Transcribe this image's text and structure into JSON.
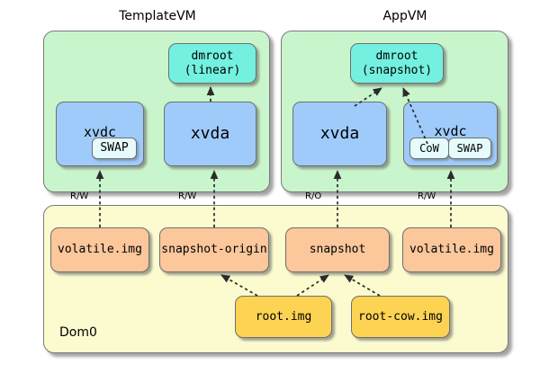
{
  "diagram": {
    "title_template": "TemplateVM",
    "title_app": "AppVM",
    "dom0_label": "Dom0"
  },
  "templatevm": {
    "dmroot_line1": "dmroot",
    "dmroot_line2": "(linear)",
    "xvdc_label": "xvdc",
    "xvdc_swap": "SWAP",
    "xvda_label": "xvda"
  },
  "appvm": {
    "dmroot_line1": "dmroot",
    "dmroot_line2": "(snapshot)",
    "xvda_label": "xvda",
    "xvdc_label": "xvdc",
    "xvdc_cow": "CoW",
    "xvdc_swap": "SWAP"
  },
  "dom0": {
    "volatile_template": "volatile.img",
    "snapshot_origin": "snapshot-origin",
    "snapshot": "snapshot",
    "volatile_app": "volatile.img",
    "root_img": "root.img",
    "root_cow_img": "root-cow.img"
  },
  "access_labels": {
    "template_xvdc": "R/W",
    "template_xvda": "R/W",
    "app_xvda": "R/O",
    "app_xvdc": "R/W"
  },
  "colors": {
    "vm_container": "#c9f5cc",
    "dom0_container": "#fbfbcf",
    "block_device": "#9fcbfb",
    "dmroot": "#73f0e0",
    "dm_target": "#fbc79b",
    "image_file": "#fcd352",
    "sub_box": "#e6fbfb",
    "border": "#6f6f6f"
  }
}
